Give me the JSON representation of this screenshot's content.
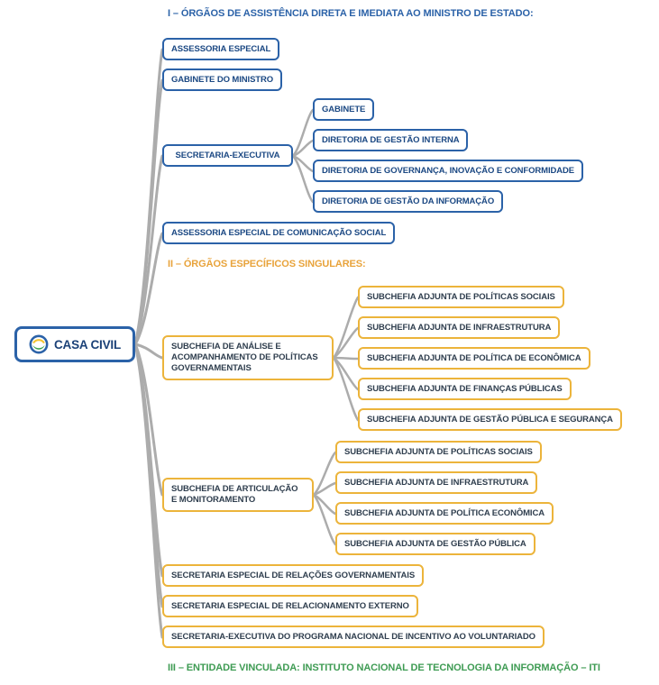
{
  "root": {
    "label": "CASA CIVIL"
  },
  "section1": {
    "title": "I – ÓRGÃOS DE ASSISTÊNCIA DIRETA E IMEDIATA AO MINISTRO DE ESTADO:",
    "nodes": [
      "ASSESSORIA ESPECIAL",
      "GABINETE DO MINISTRO",
      "SECRETARIA-EXECUTIVA",
      "ASSESSORIA ESPECIAL DE COMUNICAÇÃO SOCIAL"
    ],
    "secretaria_executiva_children": [
      "GABINETE",
      "DIRETORIA DE GESTÃO INTERNA",
      "DIRETORIA DE GOVERNANÇA, INOVAÇÃO E CONFORMIDADE",
      "DIRETORIA DE GESTÃO DA INFORMAÇÃO"
    ]
  },
  "section2": {
    "title": "II – ÓRGÃOS ESPECÍFICOS SINGULARES:",
    "subchefia_analise": {
      "label": "SUBCHEFIA DE ANÁLISE E ACOMPANHAMENTO DE POLÍTICAS GOVERNAMENTAIS",
      "children": [
        "SUBCHEFIA ADJUNTA DE POLÍTICAS SOCIAIS",
        "SUBCHEFIA ADJUNTA DE INFRAESTRUTURA",
        "SUBCHEFIA ADJUNTA DE POLÍTICA DE ECONÔMICA",
        "SUBCHEFIA ADJUNTA DE FINANÇAS PÚBLICAS",
        "SUBCHEFIA ADJUNTA DE GESTÃO PÚBLICA E SEGURANÇA"
      ]
    },
    "subchefia_articulacao": {
      "label": "SUBCHEFIA DE ARTICULAÇÃO E MONITORAMENTO",
      "children": [
        "SUBCHEFIA ADJUNTA DE POLÍTICAS SOCIAIS",
        "SUBCHEFIA ADJUNTA DE INFRAESTRUTURA",
        "SUBCHEFIA ADJUNTA DE POLÍTICA ECONÔMICA",
        "SUBCHEFIA ADJUNTA DE GESTÃO PÚBLICA"
      ]
    },
    "others": [
      "SECRETARIA ESPECIAL DE RELAÇÕES GOVERNAMENTAIS",
      "SECRETARIA ESPECIAL DE RELACIONAMENTO EXTERNO",
      "SECRETARIA-EXECUTIVA DO PROGRAMA NACIONAL DE INCENTIVO AO VOLUNTARIADO"
    ]
  },
  "section3": {
    "title": "III – ENTIDADE VINCULADA: INSTITUTO NACIONAL DE TECNOLOGIA DA INFORMAÇÃO – ITI"
  },
  "colors": {
    "blue": "#2B62A8",
    "yellow": "#ECB43B",
    "orange_title": "#E8A33B",
    "green_title": "#3E9B53",
    "line_gray": "#ACACAC"
  }
}
